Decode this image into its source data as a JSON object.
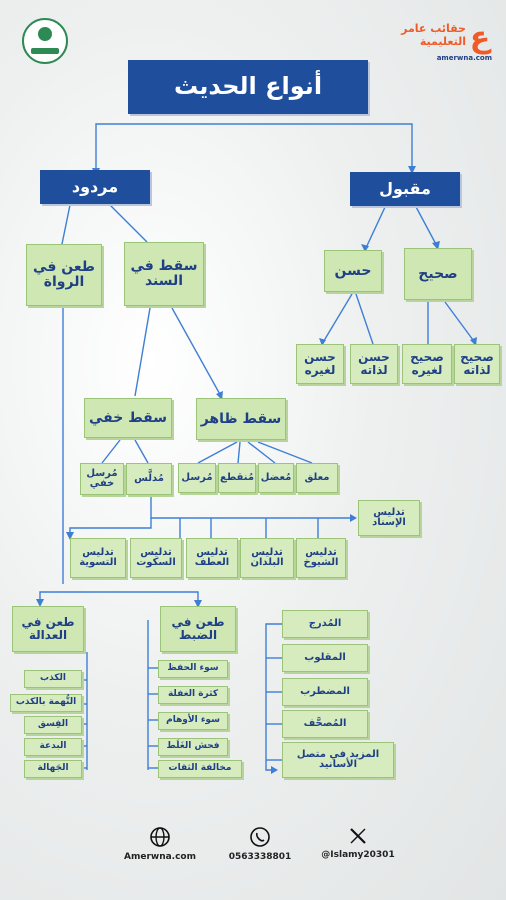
{
  "brand": {
    "name_line1": "حقائب عامر",
    "name_line2": "التعليمية",
    "url": "amerwna.com",
    "letter": "ع"
  },
  "title": "أنواع الحديث",
  "maqbul": {
    "label": "مقبول",
    "sahih": {
      "label": "صحيح",
      "children": [
        "صحيح لذاته",
        "صحيح لغيره"
      ]
    },
    "hasan": {
      "label": "حسن",
      "children": [
        "حسن لذاته",
        "حسن لغيره"
      ]
    }
  },
  "mardud": {
    "label": "مردود",
    "saqt_sanad": "سقط في السند",
    "taan_ruwat": "طعن في الرواة",
    "saqt_zahir": {
      "label": "سقط ظاهر",
      "children": [
        "معلق",
        "مُعضل",
        "مُنقطع",
        "مُرسل"
      ]
    },
    "saqt_khafi": {
      "label": "سقط خفي",
      "children": [
        "مُدلَّس",
        "مُرسل خفي"
      ]
    },
    "tadlis_isnad": "تدليس الإسناد",
    "tadlis": [
      "تدليس الشيوخ",
      "تدليس البلدان",
      "تدليس العطف",
      "تدليس السكوت",
      "تدليس التسوية"
    ],
    "taan_adala": {
      "label": "طعن في العدالة",
      "items": [
        "الكذب",
        "التُّهمة بالكذب",
        "الفِسق",
        "البدعة",
        "الجَهالة"
      ]
    },
    "taan_dabt": {
      "label": "طعن في الضبط",
      "items": [
        "سوء الحفظ",
        "كثرة الغفلة",
        "سوء الأوهام",
        "فحش الغَلَط",
        "مخالفة الثقات"
      ]
    },
    "mukhalafa": [
      "المُدرج",
      "المقلوب",
      "المضطرب",
      "المُصحَّف",
      "المزيد في متصل الأسانيد"
    ]
  },
  "footer": {
    "website": "Amerwna.com",
    "phone": "0563338801",
    "x_handle": "@Islamy20301"
  },
  "colors": {
    "box": "#cfe8b3",
    "dark": "#1f4f9c",
    "text": "#1f3f86",
    "line": "#3e7fd6",
    "accent": "#f05a28"
  }
}
